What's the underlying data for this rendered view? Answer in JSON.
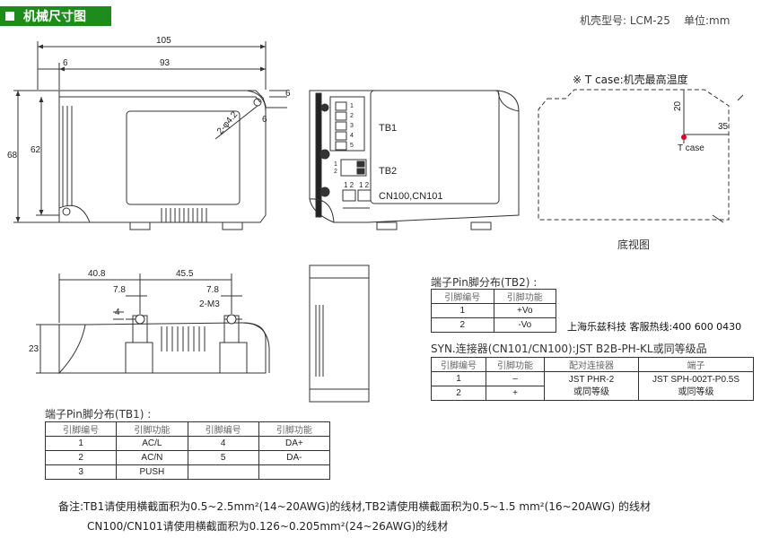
{
  "header": {
    "title": "机械尺寸图"
  },
  "model": {
    "label": "机壳型号: LCM-25",
    "unit": "单位:mm"
  },
  "front_view": {
    "d105": "105",
    "d93": "93",
    "d6": "6",
    "d68": "68",
    "d62": "62",
    "d6b": "6",
    "d6c": "6",
    "hole": "2-φ4.2"
  },
  "top_view": {
    "tb1": "TB1",
    "tb2": "TB2",
    "cn": "CN100,CN101",
    "tb1_pins": [
      "1",
      "2",
      "3",
      "4",
      "5"
    ],
    "tb2_pins": [
      "1",
      "2"
    ],
    "cn_pins": [
      "1 2",
      "1 2"
    ]
  },
  "bottom_view": {
    "note": "※ T case:机壳最高温度",
    "d20": "20",
    "d35": "35",
    "tcase": "T case",
    "caption": "底视图"
  },
  "side_view": {
    "d408": "40.8",
    "d455": "45.5",
    "d78a": "7.8",
    "d78b": "7.8",
    "d4": "4",
    "m3": "2-M3",
    "d23": "23"
  },
  "tb2_table": {
    "title": "端子Pin脚分布(TB2) :",
    "headers": [
      "引脚编号",
      "引脚功能"
    ],
    "rows": [
      [
        "1",
        "+Vo"
      ],
      [
        "2",
        "-Vo"
      ]
    ]
  },
  "company": "上海乐兹科技 客服热线:400 600 0430",
  "connector_table": {
    "title": "SYN.连接器(CN101/CN100):JST B2B-PH-KL或同等级品",
    "headers": [
      "引脚编号",
      "引脚功能",
      "配对连接器",
      "端子"
    ],
    "rows": [
      [
        "1",
        "–"
      ],
      [
        "2",
        "+"
      ]
    ],
    "mating": [
      "JST PHR-2",
      "或同等级"
    ],
    "terminal": [
      "JST SPH-002T-P0.5S",
      "或同等级"
    ]
  },
  "tb1_table": {
    "title": "端子Pin脚分布(TB1) :",
    "headers": [
      "引脚编号",
      "引脚功能",
      "引脚编号",
      "引脚功能"
    ],
    "rows": [
      [
        "1",
        "AC/L",
        "4",
        "DA+"
      ],
      [
        "2",
        "AC/N",
        "5",
        "DA-"
      ],
      [
        "3",
        "PUSH",
        "",
        ""
      ]
    ]
  },
  "notes": {
    "line1": "备注:TB1请使用横截面积为0.5~2.5mm²(14~20AWG)的线材,TB2请使用横截面积为0.5~1.5 mm²(16~20AWG) 的线材",
    "line2": "CN100/CN101请使用横截面积为0.126~0.205mm²(24~26AWG)的线材"
  }
}
